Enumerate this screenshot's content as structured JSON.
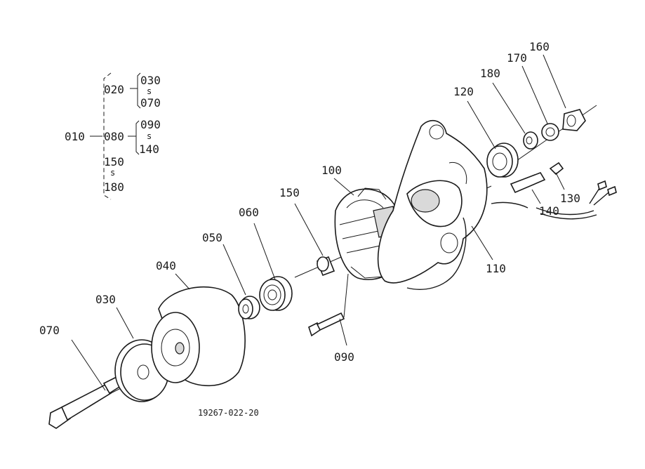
{
  "hierarchy": {
    "root": "010",
    "n020": "020",
    "n030": "030",
    "n070": "070",
    "n080": "080",
    "n090": "090",
    "n140": "140",
    "n150": "150",
    "n180": "180",
    "tilde": "s"
  },
  "callouts": {
    "c030": "030",
    "c040": "040",
    "c050": "050",
    "c060": "060",
    "c070": "070",
    "c090": "090",
    "c100": "100",
    "c110": "110",
    "c120": "120",
    "c130": "130",
    "c140": "140",
    "c150": "150",
    "c160": "160",
    "c170": "170",
    "c180": "180"
  },
  "drawing_number": "19267-022-20"
}
